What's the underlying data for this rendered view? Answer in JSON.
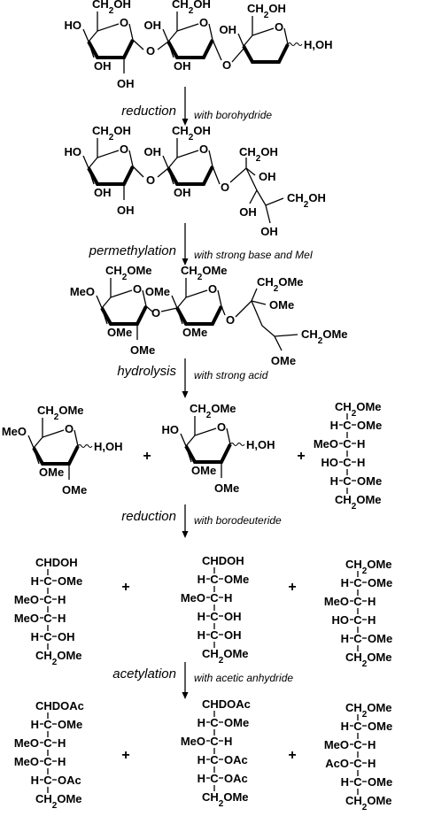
{
  "steps": [
    {
      "name": "reduction",
      "condition": "with borohydride"
    },
    {
      "name": "permethylation",
      "condition": "with strong base and MeI"
    },
    {
      "name": "hydrolysis",
      "condition": "with strong acid"
    },
    {
      "name": "reduction",
      "condition": "with borodeuteride"
    },
    {
      "name": "acetylation",
      "condition": "with acetic anhydride"
    }
  ],
  "plus": "+",
  "trisaccharide": {
    "r1": {
      "ch2": "CH2OH",
      "s1": "HO",
      "s2": "OH",
      "s3": "OH"
    },
    "r2": {
      "ch2": "CH2OH",
      "s1": "OH",
      "s2": "OH"
    },
    "r3": {
      "ch2": "CH2OH",
      "s1": "OH",
      "anomer": "H,OH"
    },
    "link_o": "O"
  },
  "alditol": {
    "r1": {
      "ch2": "CH2OH",
      "s1": "HO",
      "s2": "OH",
      "s3": "OH"
    },
    "r2": {
      "ch2": "CH2OH",
      "s1": "OH",
      "s2": "OH"
    },
    "chain": {
      "c1": "CH2OH",
      "c2": "OH",
      "c4": "OH",
      "c5": "CH2OH",
      "c6": "OH"
    },
    "link_o": "O"
  },
  "permethylated": {
    "r1": {
      "ch2": "CH2OMe",
      "s1": "MeO",
      "s2": "OMe",
      "s3": "OMe"
    },
    "r2": {
      "ch2": "CH2OMe",
      "s1": "OMe",
      "s2": "OMe"
    },
    "chain": {
      "c1": "CH2OMe",
      "c2": "OMe",
      "c5": "CH2OMe",
      "c6": "OMe"
    },
    "link_o": "O"
  },
  "hydrolysis_products": {
    "a": {
      "ch2": "CH2OMe",
      "s1": "MeO",
      "s2": "OMe",
      "s3": "OMe",
      "anomer": "H,OH"
    },
    "b": {
      "ch2": "CH2OMe",
      "s1": "HO",
      "s2": "OMe",
      "s3": "OMe",
      "anomer": "H,OH"
    },
    "c": [
      "CH2OMe",
      "H–C–OMe",
      "MeO–C–H",
      "HO–C–H",
      "H–C–OMe",
      "CH2OMe"
    ]
  },
  "deuterated_alditols": {
    "a": [
      "CHDOH",
      "H–C–OMe",
      "MeO–C–H",
      "MeO–C–H",
      "H–C–OH",
      "CH2OMe"
    ],
    "b": [
      "CHDOH",
      "H–C–OMe",
      "MeO–C–H",
      "H–C–OH",
      "H–C–OH",
      "CH2OMe"
    ],
    "c": [
      "CH2OMe",
      "H–C–OMe",
      "MeO–C–H",
      "HO–C–H",
      "H–C–OMe",
      "CH2OMe"
    ]
  },
  "acetates": {
    "a": [
      "CHDOAc",
      "H–C–OMe",
      "MeO–C–H",
      "MeO–C–H",
      "H–C–OAc",
      "CH2OMe"
    ],
    "b": [
      "CHDOAc",
      "H–C–OMe",
      "MeO–C–H",
      "H–C–OAc",
      "H–C–OAc",
      "CH2OMe"
    ],
    "c": [
      "CH2OMe",
      "H–C–OMe",
      "MeO–C–H",
      "AcO–C–H",
      "H–C–OMe",
      "CH2OMe"
    ]
  }
}
